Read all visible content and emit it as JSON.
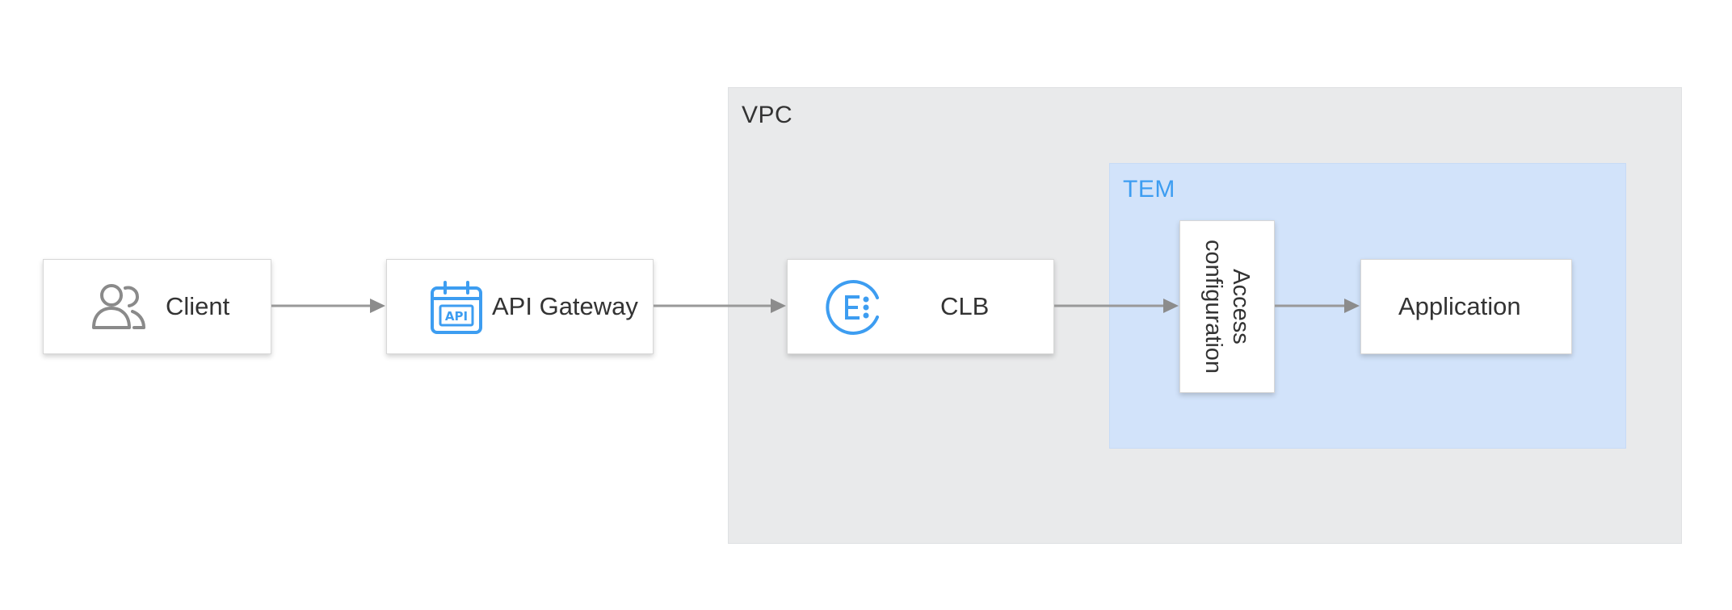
{
  "regions": {
    "vpc_label": "VPC",
    "tem_label": "TEM"
  },
  "nodes": {
    "client": {
      "label": "Client",
      "icon": "users-icon"
    },
    "api_gateway": {
      "label": "API Gateway",
      "icon": "api-gateway-icon"
    },
    "clb": {
      "label": "CLB",
      "icon": "clb-icon"
    },
    "access_configuration": {
      "label": "Access configuration"
    },
    "application": {
      "label": "Application"
    }
  },
  "edges": [
    {
      "from": "Client",
      "to": "API Gateway"
    },
    {
      "from": "API Gateway",
      "to": "CLB"
    },
    {
      "from": "CLB",
      "to": "Access configuration"
    },
    {
      "from": "Access configuration",
      "to": "Application"
    }
  ],
  "colors": {
    "vpc_background": "#e9eaeb",
    "tem_background": "#d2e3fa",
    "tem_label": "#3d9df1",
    "icon_blue": "#3d9df1",
    "icon_gray": "#8a8a8a",
    "arrow": "#999999",
    "node_text": "#333333"
  }
}
